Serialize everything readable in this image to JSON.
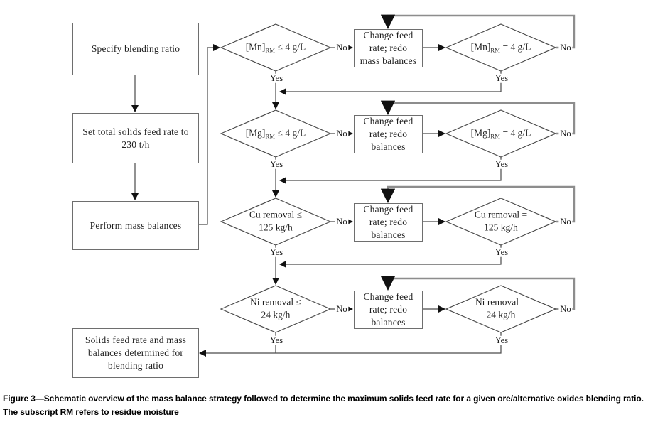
{
  "figure": {
    "caption": "Figure 3—Schematic overview of the mass balance strategy followed to determine the maximum solids feed rate for a given ore/alternative oxides blending ratio. The subscript RM refers to residue moisture"
  },
  "flowchart": {
    "start_boxes": [
      {
        "text": "Specify blending ratio"
      },
      {
        "text": "Set total solids feed rate to\n230 t/h"
      },
      {
        "text": "Perform mass balances"
      }
    ],
    "end_box": {
      "text": "Solids feed rate and mass\nbalances determined for\nblending ratio"
    },
    "rows": [
      {
        "check": {
          "pre": "[Mn]",
          "sub": "RM",
          "post": " ≤ 4 g/L"
        },
        "no1": "No",
        "action": "Change feed\nrate; redo\nmass balances",
        "verify": {
          "pre": "[Mn]",
          "sub": "RM",
          "post": " = 4 g/L"
        },
        "no2": "No",
        "yes1": "Yes",
        "yes2": "Yes"
      },
      {
        "check": {
          "pre": "[Mg]",
          "sub": "RM",
          "post": " ≤ 4 g/L"
        },
        "no1": "No",
        "action": "Change feed\nrate; redo\nbalances",
        "verify": {
          "pre": "[Mg]",
          "sub": "RM",
          "post": " = 4 g/L"
        },
        "no2": "No",
        "yes1": "Yes",
        "yes2": "Yes"
      },
      {
        "check": {
          "pre": "Cu removal ≤\n125 kg/h",
          "sub": "",
          "post": ""
        },
        "no1": "No",
        "action": "Change feed\nrate; redo\nbalances",
        "verify": {
          "pre": "Cu removal =\n125 kg/h",
          "sub": "",
          "post": ""
        },
        "no2": "No",
        "yes1": "Yes",
        "yes2": "Yes"
      },
      {
        "check": {
          "pre": "Ni removal ≤\n24 kg/h",
          "sub": "",
          "post": ""
        },
        "no1": "No",
        "action": "Change feed\nrate; redo\nbalances",
        "verify": {
          "pre": "Ni removal =\n24 kg/h",
          "sub": "",
          "post": ""
        },
        "no2": "No",
        "yes1": "Yes",
        "yes2": "Yes"
      }
    ]
  }
}
